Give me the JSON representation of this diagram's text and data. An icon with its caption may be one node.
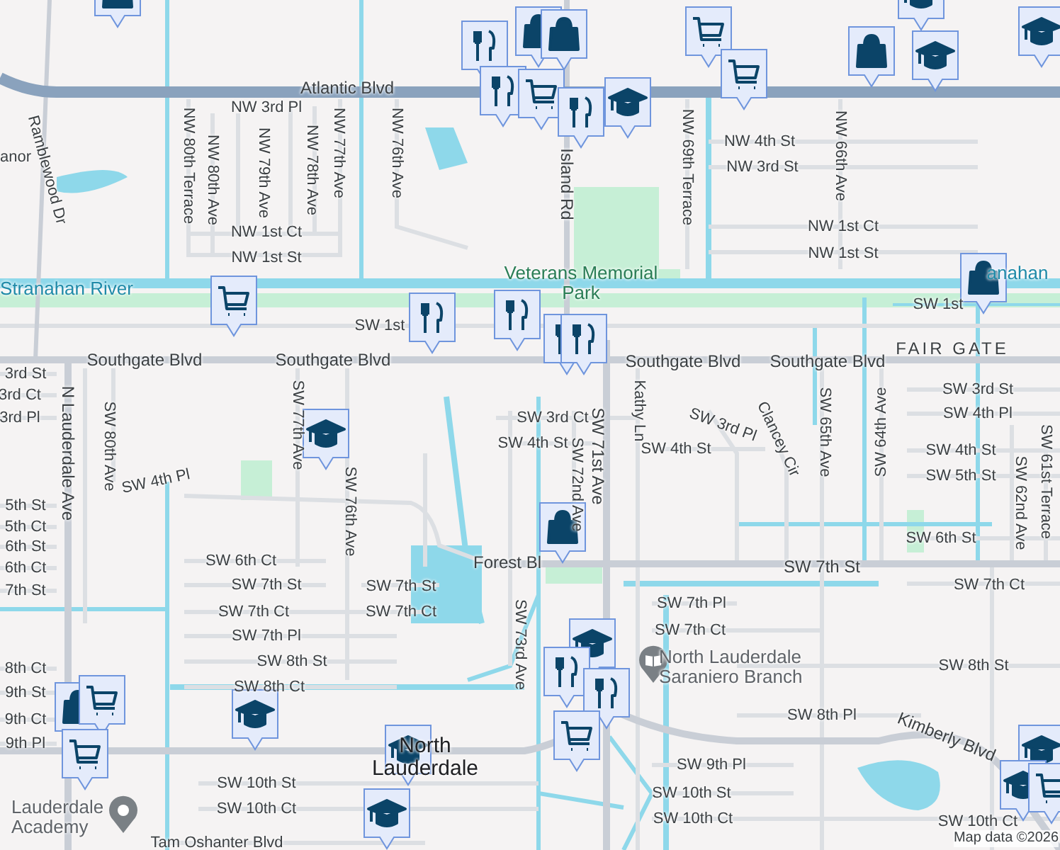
{
  "diagram": {
    "labels": [
      "Atlantic Blvd",
      "NW 3rd Pl",
      "NW 80th Terrace",
      "NW 80th Ave",
      "NW 79th Ave",
      "NW 78th Ave",
      "NW 77th Ave",
      "NW 76th Ave",
      "anor",
      "Ramblewood Dr",
      "Island Rd",
      "NW 69th Terrace",
      "NW 66th Ave",
      "NW 4th St",
      "NW 3rd St",
      "NW 1st Ct",
      "NW 1st Ct",
      "NW 1st St",
      "NW 1st St",
      "Stranahan River",
      "Veterans Memorial Park",
      "anahan",
      "SW 1st",
      "SW 1st",
      "FAIR GATE",
      "Southgate Blvd",
      "Southgate Blvd",
      "Southgate Blvd",
      "Southgate Blvd",
      "3rd St",
      "3rd Ct",
      "3rd Pl",
      "N Lauderdale Ave",
      "SW 80th Ave",
      "SW 77th Ave",
      "SW 71st Ave",
      "Kathy Ln",
      "SW 3rd Ct",
      "SW 3rd Pl",
      "Clancey Cir",
      "SW 65th Ave",
      "SW 64th Ave",
      "SW 3rd St",
      "SW 4th Pl",
      "SW 4th St",
      "SW 72nd Ave",
      "SW 4th St",
      "SW 4th Pl",
      "SW 4th St",
      "SW 5th St",
      "SW 62nd Ave",
      "SW 61st Terrace",
      "5th St",
      "5th Ct",
      "6th St",
      "6th Ct",
      "7th St",
      "SW 6th Ct",
      "SW 7th St",
      "SW 7th Ct",
      "SW 76th Ave",
      "SW 7th St",
      "SW 7th Ct",
      "Forest Bl",
      "SW 73rd Ave",
      "SW 6th St",
      "SW 7th St",
      "SW 7th Ct",
      "SW 7th Pl",
      "SW 7th Pl",
      "SW 8th St",
      "SW 7th Ct",
      "North Lauderdale Saraniero Branch",
      "SW 8th St",
      "SW 8th Ct",
      "8th Ct",
      "9th St",
      "9th Ct",
      "9th Pl",
      "SW 8th Pl",
      "Kimberly Blvd",
      "SW 9th Pl",
      "SW 10th St",
      "SW 10th St",
      "North Lauderdale",
      "SW 10th Ct",
      "SW 10th Ct",
      "SW 10th Ct",
      "Lauderdale Academy",
      "Tam Oshanter Blvd",
      "Map data ©2026"
    ]
  }
}
